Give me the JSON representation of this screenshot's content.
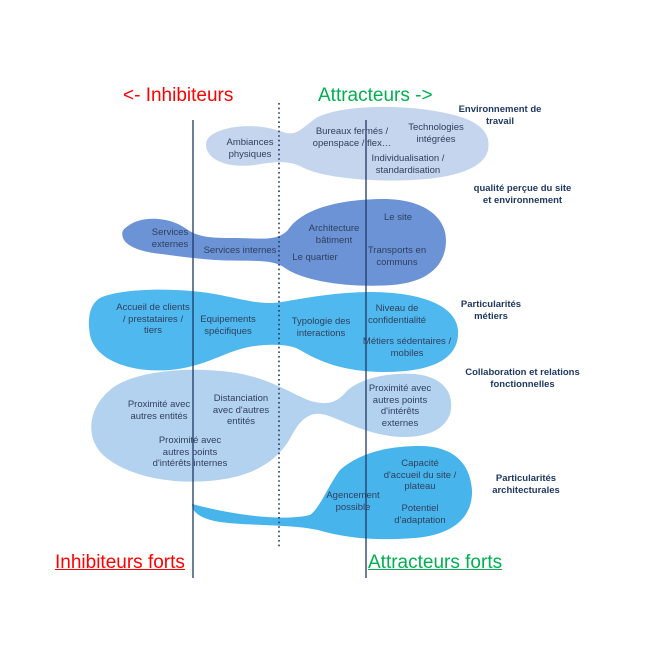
{
  "headers": {
    "inhibiteurs": "<- Inhibiteurs",
    "attracteurs": "Attracteurs ->",
    "inhibiteurs_forts": "Inhibiteurs forts",
    "attracteurs_forts": "Attracteurs forts"
  },
  "categories": {
    "environnement": "Environnement de\ntravail",
    "qualite": "qualité perçue du site\net environnement",
    "metiers": "Particularités\nmétiers",
    "collaboration": "Collaboration et relations\nfonctionnelles",
    "architecturales": "Particularités\narchitecturales"
  },
  "blobs": {
    "b1": {
      "ambiances": "Ambiances\nphysiques",
      "bureaux": "Bureaux fermés /\nopenspace / flex…",
      "technologies": "Technologies\nintégrées",
      "individualisation": "Individualisation /\nstandardisation"
    },
    "b2": {
      "services_externes": "Services\nexternes",
      "services_internes": "Services internes",
      "architecture": "Architecture\nbâtiment",
      "le_site": "Le site",
      "le_quartier": "Le quartier",
      "transports": "Transports en\ncommuns"
    },
    "b3": {
      "accueil": "Accueil de clients\n/ prestataires /\ntiers",
      "equipements": "Equipements\nspécifiques",
      "typologie": "Typologie des\ninteractions",
      "confidentialite": "Niveau de\nconfidentialité",
      "metiers_sedentaires": "Métiers sédentaires /\nmobiles"
    },
    "b4": {
      "proximite_entites": "Proximité avec\nautres entités",
      "distanciation": "Distanciation\navec d'autres\nentités",
      "proximite_internes": "Proximité avec\nautres points\nd'intérêts internes",
      "proximite_externes": "Proximité avec\nautres points\nd'intérêts\nexternes"
    },
    "b5": {
      "capacite": "Capacité\nd'accueil du site /\nplateau",
      "agencement": "Agencement\npossible",
      "potentiel": "Potentiel\nd'adaptation"
    }
  },
  "colors": {
    "red": "#ff0000",
    "green": "#00b050",
    "navy": "#1f3864",
    "blob_light": "#c5d5ee",
    "blob_medium": "#6b93d6",
    "blob_cyan": "#4fb8ee",
    "blob_pale": "#b3d2ef",
    "blob_sky": "#47b5ec"
  }
}
